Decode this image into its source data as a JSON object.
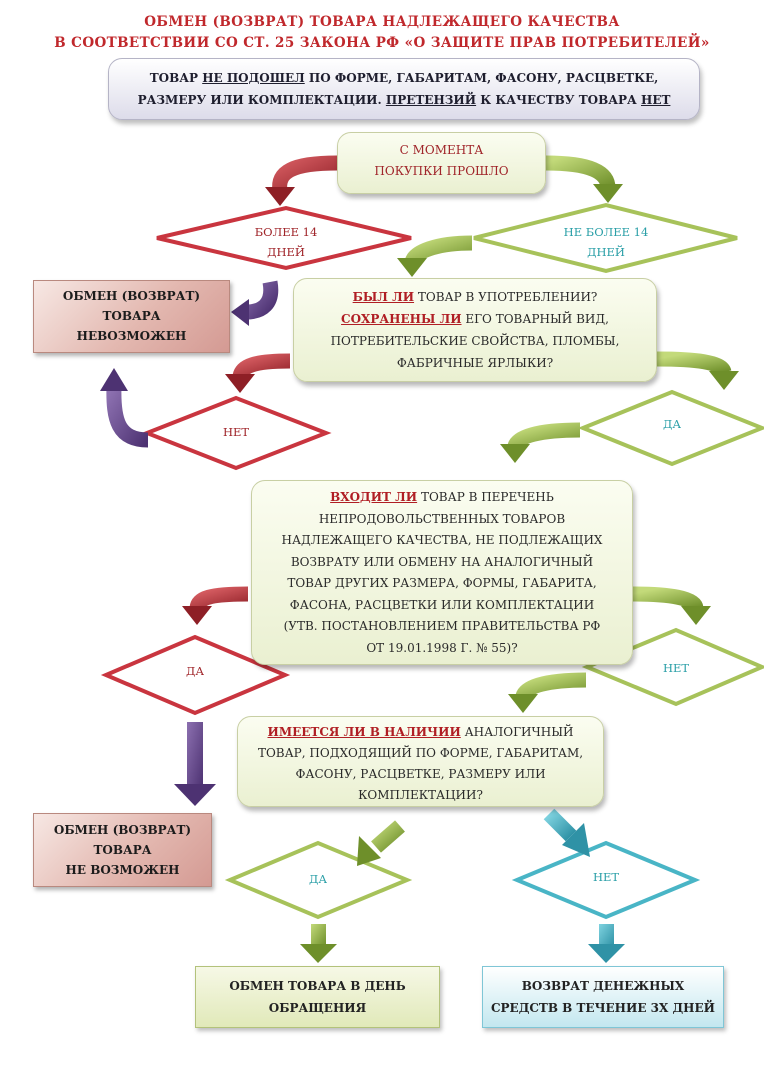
{
  "header": {
    "title_line1": "ОБМЕН (ВОЗВРАТ) ТОВАРА НАДЛЕЖАЩЕГО КАЧЕСТВА",
    "title_line2": "В СООТВЕТСТВИИ СО СТ. 25 ЗАКОНА РФ «О ЗАЩИТЕ ПРАВ ПОТРЕБИТЕЛЕЙ»"
  },
  "intro": {
    "p1": "ТОВАР ",
    "u1": "НЕ ПОДОШЕЛ",
    "p2": " ПО ФОРМЕ, ГАБАРИТАМ, ФАСОНУ, РАСЦВЕТКЕ,",
    "p3": "РАЗМЕРУ ИЛИ КОМПЛЕКТАЦИИ. ",
    "u2": "ПРЕТЕНЗИЙ",
    "p4": " К КАЧЕСТВУ ТОВАРА ",
    "u3": "НЕТ"
  },
  "q_time": {
    "line1": "С МОМЕНТА",
    "line2": "ПОКУПКИ ПРОШЛО"
  },
  "d_more14": {
    "line1": "БОЛЕЕ 14",
    "line2": "ДНЕЙ"
  },
  "d_notmore14": {
    "line1": "НЕ БОЛЕЕ 14",
    "line2": "ДНЕЙ"
  },
  "result_impossible_1": {
    "line1": "ОБМЕН (ВОЗВРАТ)",
    "line2": "ТОВАРА",
    "line3": "НЕВОЗМОЖЕН"
  },
  "q_used": {
    "kw1": "БЫЛ ЛИ",
    "t1": " ТОВАР В УПОТРЕБЛЕНИИ?",
    "kw2": "СОХРАНЕНЫ ЛИ",
    "t2": " ЕГО ТОВАРНЫЙ ВИД,",
    "line3": "ПОТРЕБИТЕЛЬСКИЕ СВОЙСТВА, ПЛОМБЫ,",
    "line4": "ФАБРИЧНЫЕ ЯРЛЫКИ?"
  },
  "d_used_no": "НЕТ",
  "d_used_yes": "ДА",
  "q_list": {
    "kw": "ВХОДИТ ЛИ",
    "t1": " ТОВАР В ПЕРЕЧЕНЬ",
    "line2": "НЕПРОДОВОЛЬСТВЕННЫХ ТОВАРОВ",
    "line3": "НАДЛЕЖАЩЕГО КАЧЕСТВА, НЕ ПОДЛЕЖАЩИХ",
    "line4": "ВОЗВРАТУ ИЛИ ОБМЕНУ НА АНАЛОГИЧНЫЙ",
    "line5": "ТОВАР ДРУГИХ РАЗМЕРА, ФОРМЫ, ГАБАРИТА,",
    "line6": "ФАСОНА, РАСЦВЕТКИ ИЛИ КОМПЛЕКТАЦИИ",
    "line7": "(УТВ. ПОСТАНОВЛЕНИЕМ ПРАВИТЕЛЬСТВА РФ",
    "line8": "ОТ 19.01.1998 Г. № 55)?"
  },
  "d_list_yes": "ДА",
  "d_list_no": "НЕТ",
  "q_available": {
    "kw": "ИМЕЕТСЯ ЛИ В НАЛИЧИИ",
    "t1": " АНАЛОГИЧНЫЙ",
    "line2": "ТОВАР, ПОДХОДЯЩИЙ ПО ФОРМЕ, ГАБАРИТАМ,",
    "line3": "ФАСОНУ, РАСЦВЕТКЕ, РАЗМЕРУ ИЛИ",
    "line4": "КОМПЛЕКТАЦИИ?"
  },
  "result_impossible_2": {
    "line1": "ОБМЕН (ВОЗВРАТ)",
    "line2": "ТОВАРА",
    "line3": "НЕ ВОЗМОЖЕН"
  },
  "d_avail_yes": "ДА",
  "d_avail_no": "НЕТ",
  "result_exchange": {
    "line1": "ОБМЕН ТОВАРА В ДЕНЬ",
    "line2": "ОБРАЩЕНИЯ"
  },
  "result_refund": {
    "line1": "ВОЗВРАТ ДЕНЕЖНЫХ",
    "line2": "СРЕДСТВ В ТЕЧЕНИЕ 3Х ДНЕЙ"
  },
  "colors": {
    "red": "#b5303a",
    "green": "#9aba4a",
    "purple": "#6a4a8e",
    "turquoise": "#49b5c6"
  }
}
